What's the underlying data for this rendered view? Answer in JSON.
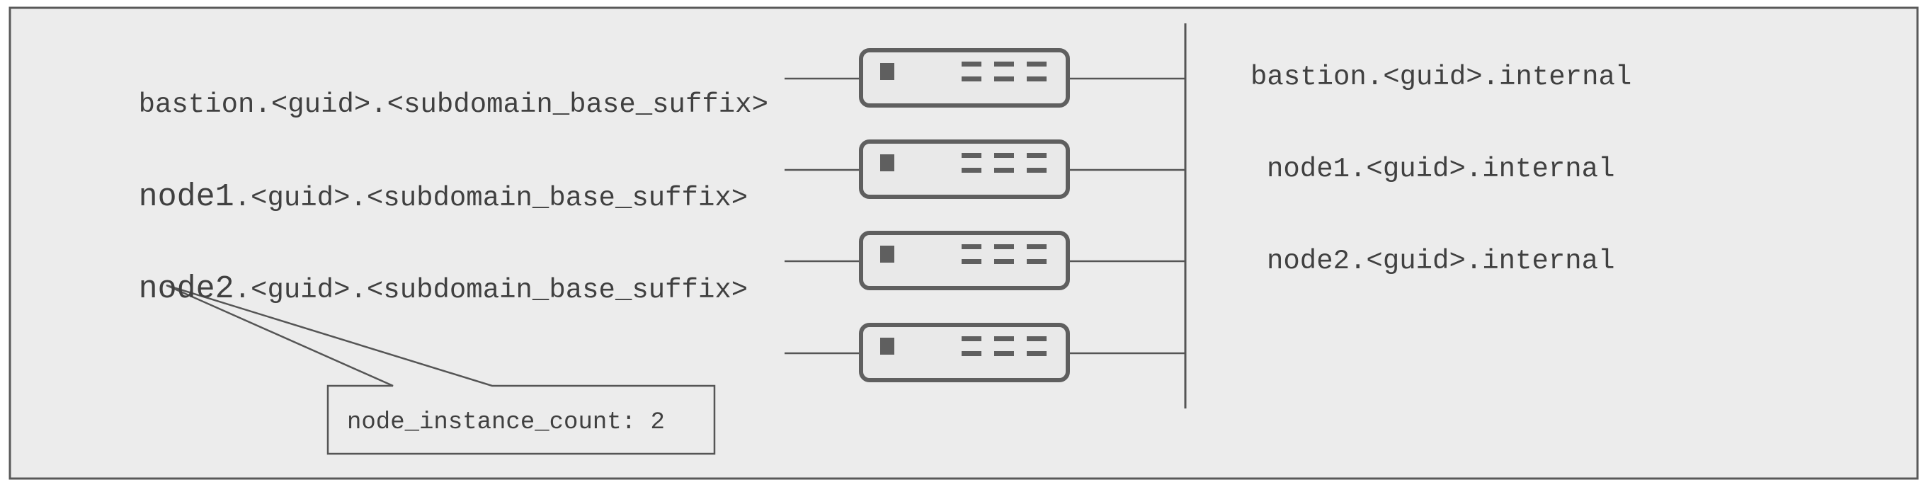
{
  "colors": {
    "panel_background": "#ececec",
    "panel_border": "#595959",
    "device_fill": "#e9e9e9",
    "device_stroke": "#5f5f5f",
    "text": "#404040"
  },
  "external_hosts": [
    {
      "prefix": "bastion",
      "suffix": ".<guid>.<subdomain_base_suffix>"
    },
    {
      "prefix": "node1",
      "suffix": ".<guid>.<subdomain_base_suffix>"
    },
    {
      "prefix": "node2",
      "suffix": ".<guid>.<subdomain_base_suffix>"
    }
  ],
  "internal_hosts": [
    {
      "label": "bastion.<guid>.internal"
    },
    {
      "label": "node1.<guid>.internal"
    },
    {
      "label": "node2.<guid>.internal"
    }
  ],
  "device_count": 4,
  "device_icon": "server-icon",
  "callout": {
    "text": "node_instance_count: 2"
  }
}
